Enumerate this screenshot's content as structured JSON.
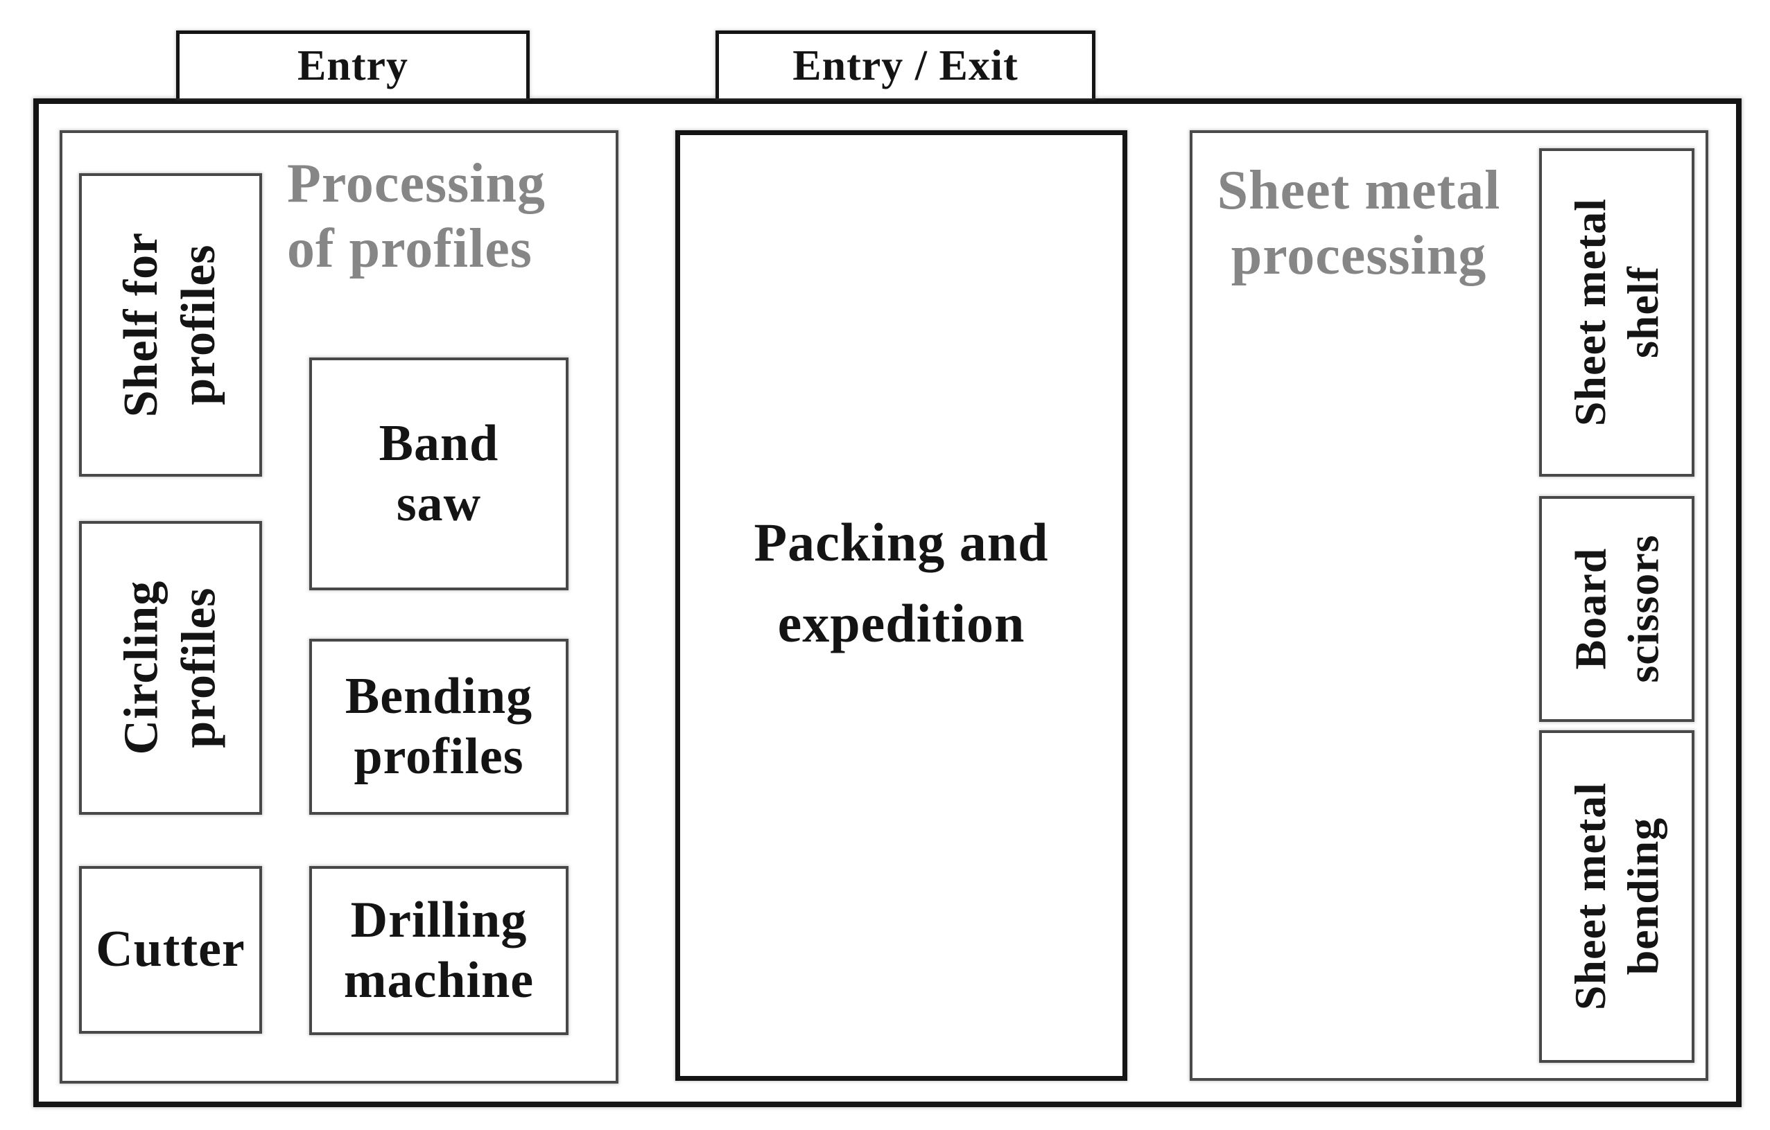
{
  "doors": {
    "entry": "Entry",
    "entry_exit": "Entry / Exit"
  },
  "zones": {
    "profiles": {
      "title": {
        "line1": "Processing",
        "line2": "of profiles"
      },
      "boxes": {
        "shelf": {
          "line1": "Shelf for",
          "line2": "profiles"
        },
        "circling": {
          "line1": "Circling",
          "line2": "profiles"
        },
        "cutter": {
          "line1": "Cutter"
        },
        "band_saw": {
          "line1": "Band",
          "line2": "saw"
        },
        "bending": {
          "line1": "Bending",
          "line2": "profiles"
        },
        "drilling": {
          "line1": "Drilling",
          "line2": "machine"
        }
      }
    },
    "packing": {
      "label": {
        "line1": "Packing and",
        "line2": "expedition"
      }
    },
    "sheet_metal": {
      "title": {
        "line1": "Sheet metal",
        "line2": "processing"
      },
      "boxes": {
        "shelf": {
          "line1": "Sheet metal",
          "line2": "shelf"
        },
        "scissors": {
          "line1": "Board",
          "line2": "scissors"
        },
        "bending": {
          "line1": "Sheet metal",
          "line2": "bending"
        }
      }
    }
  },
  "colors": {
    "ink": "#141414",
    "zone_title_gray": "#868686",
    "box_border_gray": "#4a4a4a"
  }
}
